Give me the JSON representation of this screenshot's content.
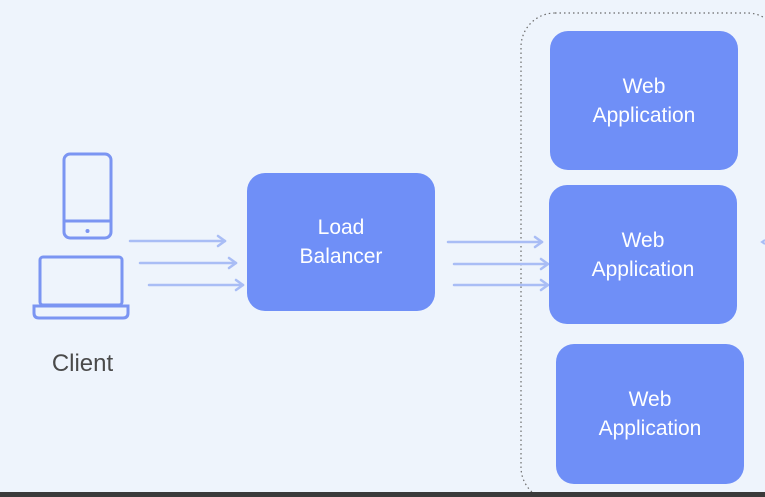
{
  "client": {
    "label": "Client",
    "icons": [
      "phone-icon",
      "laptop-icon"
    ]
  },
  "load_balancer": {
    "line1": "Load",
    "line2": "Balancer"
  },
  "web_apps": [
    {
      "line1": "Web",
      "line2": "Application"
    },
    {
      "line1": "Web",
      "line2": "Application"
    },
    {
      "line1": "Web",
      "line2": "Application"
    }
  ],
  "colors": {
    "background": "#eef4fc",
    "box_fill": "#6f8ff7",
    "icon_stroke": "#7b95f2",
    "arrow": "#a9bdf5",
    "group_border": "#6b6b6b"
  }
}
